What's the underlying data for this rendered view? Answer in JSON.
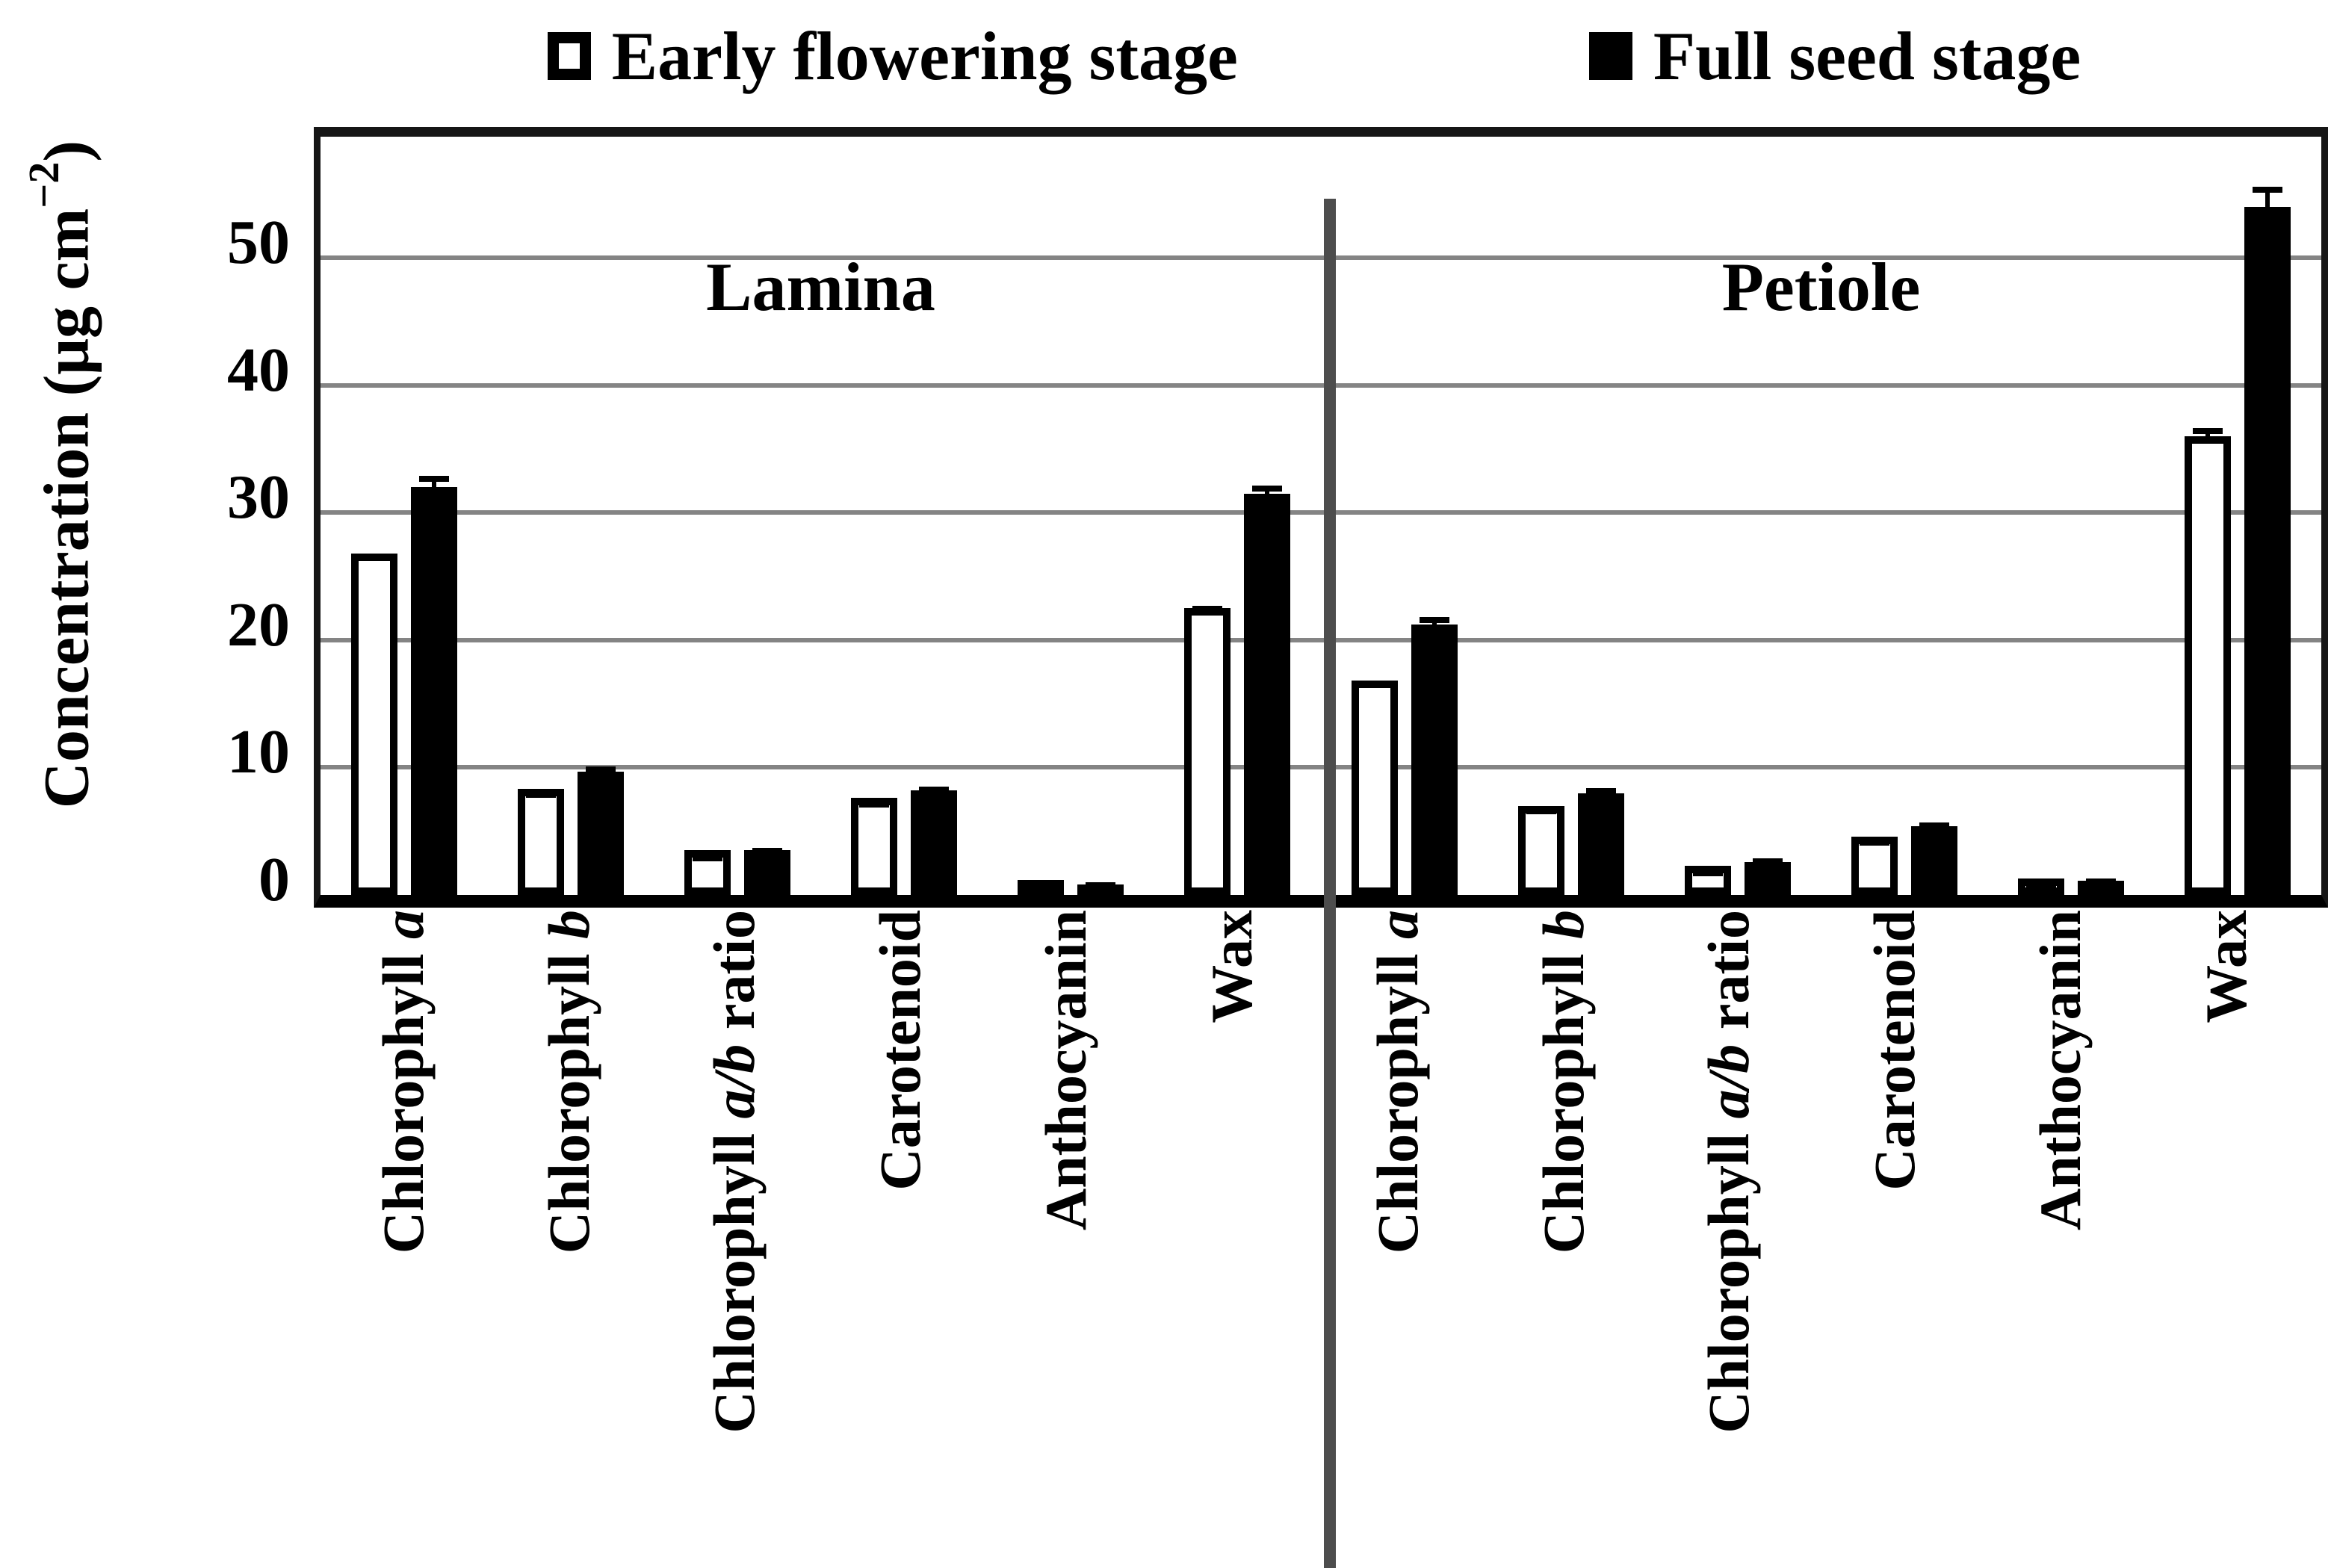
{
  "legend": {
    "early": "Early flowering stage",
    "full": "Full seed stage"
  },
  "y_axis": {
    "title_pre": "Concentration  (μg cm",
    "title_sup": "−2",
    "title_post": ")",
    "ticks": [
      0,
      10,
      20,
      30,
      40,
      50
    ]
  },
  "chart_data": {
    "type": "bar",
    "title": "",
    "xlabel": "",
    "ylabel": "Concentration (μg cm−2)",
    "ylim": [
      0,
      59.5
    ],
    "yticks": [
      0,
      10,
      20,
      30,
      40,
      50
    ],
    "grid": true,
    "legend_position": "top-center",
    "categories": [
      "Chlorophyll a",
      "Chlorophyll b",
      "Chlorophyll a/b ratio",
      "Carotenoid",
      "Anthocyanin",
      "Wax"
    ],
    "category_label_parts": [
      {
        "pre": "Chlorophyll ",
        "it": "a",
        "post": ""
      },
      {
        "pre": "Chlorophyll ",
        "it": "b",
        "post": ""
      },
      {
        "pre": "Chlorophyll ",
        "it": "a/b",
        "post": " ratio"
      },
      {
        "pre": "Carotenoid",
        "it": "",
        "post": ""
      },
      {
        "pre": "Anthocyanin",
        "it": "",
        "post": ""
      },
      {
        "pre": "Wax",
        "it": "",
        "post": ""
      }
    ],
    "groups": [
      {
        "name": "Lamina",
        "series": [
          {
            "name": "Early flowering stage",
            "fill": "#ffffff",
            "values": [
              26.8,
              8.3,
              3.5,
              7.6,
              1.1,
              22.5
            ],
            "errors": [
              0.5,
              0.4,
              0.2,
              0.3,
              0.2,
              0.8
            ]
          },
          {
            "name": "Full seed stage",
            "fill": "#000000",
            "values": [
              32.0,
              9.7,
              3.5,
              8.2,
              0.8,
              31.5
            ],
            "errors": [
              0.9,
              0.4,
              0.2,
              0.3,
              0.2,
              0.6
            ]
          }
        ]
      },
      {
        "name": "Petiole",
        "series": [
          {
            "name": "Early flowering stage",
            "fill": "#ffffff",
            "values": [
              16.8,
              7.0,
              2.3,
              4.6,
              1.3,
              36.0
            ],
            "errors": [
              0.5,
              0.4,
              0.2,
              0.3,
              0.2,
              1.2
            ]
          },
          {
            "name": "Full seed stage",
            "fill": "#000000",
            "values": [
              21.2,
              8.0,
              2.6,
              5.4,
              1.1,
              54.0
            ],
            "errors": [
              0.6,
              0.4,
              0.3,
              0.3,
              0.2,
              1.6
            ]
          }
        ]
      }
    ],
    "colors": {
      "early_fill": "#ffffff",
      "full_fill": "#000000",
      "outline": "#000000",
      "gridline": "#848484",
      "divider": "#4d4d4d"
    }
  }
}
